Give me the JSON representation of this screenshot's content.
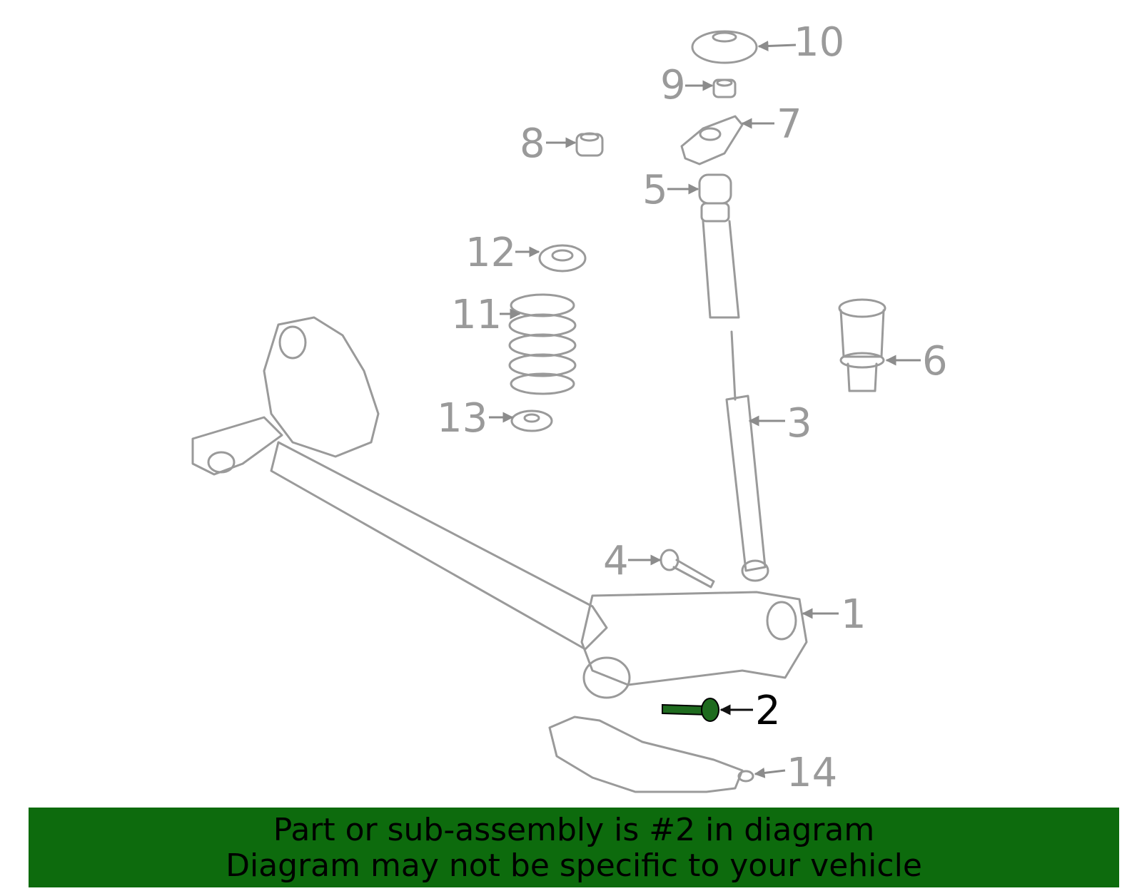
{
  "diagram": {
    "callouts": [
      "1",
      "2",
      "3",
      "4",
      "5",
      "6",
      "7",
      "8",
      "9",
      "10",
      "11",
      "12",
      "13",
      "14"
    ],
    "highlighted_part": "2",
    "highlight_color": "#1f6b1f",
    "part_color": "#9a9a9a"
  },
  "banner": {
    "line1": "Part or sub-assembly is #2 in diagram",
    "line2": "Diagram may not be specific to your vehicle",
    "background": "#0d6b0d"
  }
}
